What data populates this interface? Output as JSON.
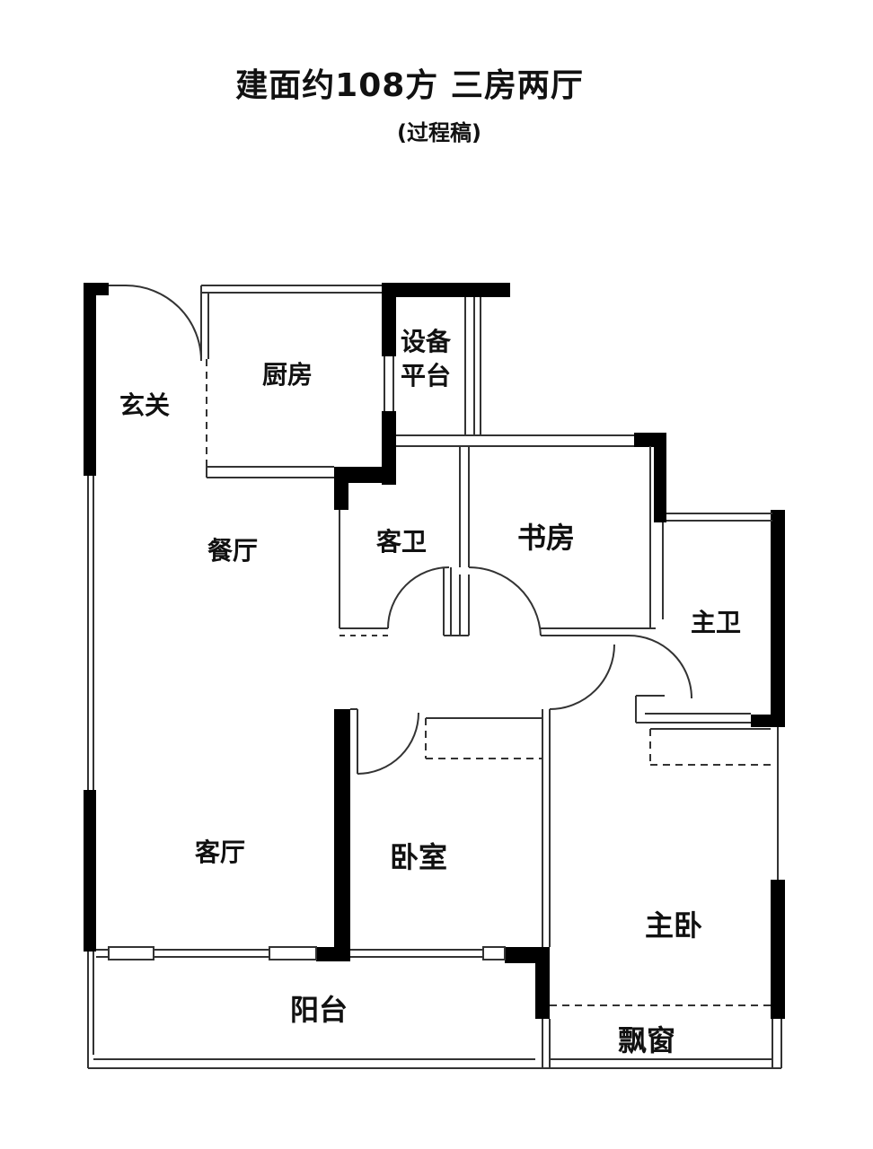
{
  "header": {
    "title": "建面约108方  三房两厅",
    "subtitle": "(过程稿)"
  },
  "rooms": {
    "entry": "玄关",
    "kitchen": "厨房",
    "equipment_platform_line1": "设备",
    "equipment_platform_line2": "平台",
    "dining": "餐厅",
    "guest_bath": "客卫",
    "study": "书房",
    "master_bath": "主卫",
    "living": "客厅",
    "bedroom": "卧室",
    "master_bedroom": "主卧",
    "balcony": "阳台",
    "bay_window": "飘窗"
  },
  "colors": {
    "wall": "#000000",
    "line": "#333333",
    "background": "#ffffff"
  }
}
